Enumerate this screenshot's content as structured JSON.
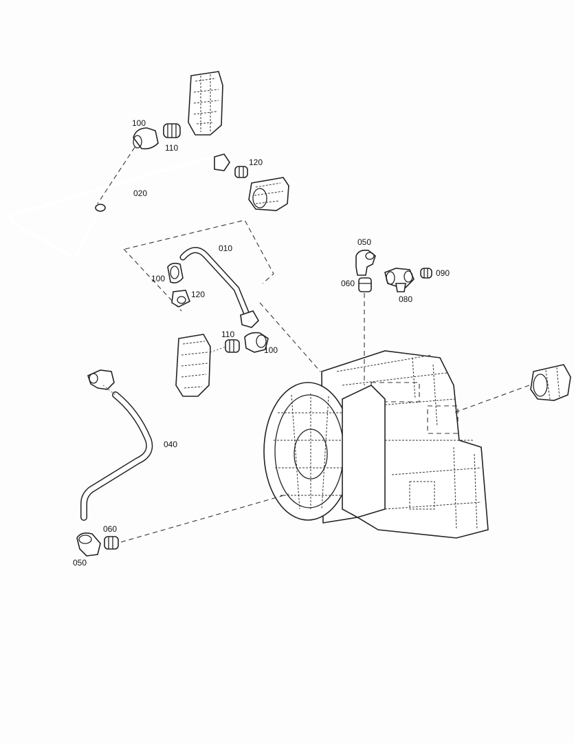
{
  "callouts": {
    "c100a": "100",
    "c110a": "110",
    "c120a": "120",
    "c020": "020",
    "c010": "010",
    "c100b": "100",
    "c120b": "120",
    "c110b": "110",
    "c100c": "100",
    "c050a": "050",
    "c060a": "060",
    "c080": "080",
    "c090": "090",
    "c040": "040",
    "c060b": "060",
    "c050b": "050"
  }
}
